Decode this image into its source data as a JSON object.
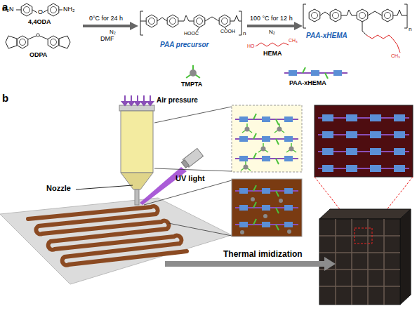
{
  "diagram": {
    "labels": [
      "a",
      "H₂N",
      "O",
      "NH₂",
      "4,4ODA",
      "ODPA",
      "0°C for 24 h",
      "N₂",
      "DMF",
      "HOOC",
      "COOH",
      "n",
      "PAA precursor",
      "100 °C for 12 h",
      "N₂",
      "HO",
      "CH₃",
      "HEMA",
      "n",
      "PAA-xHEMA",
      "CH₃",
      "b",
      "Air pressure",
      "Nozzle",
      "UV light",
      "Thermal imidization"
    ],
    "legend": [
      {
        "text": "TMPTA"
      },
      {
        "text": "PAA-xHEMA"
      }
    ]
  }
}
